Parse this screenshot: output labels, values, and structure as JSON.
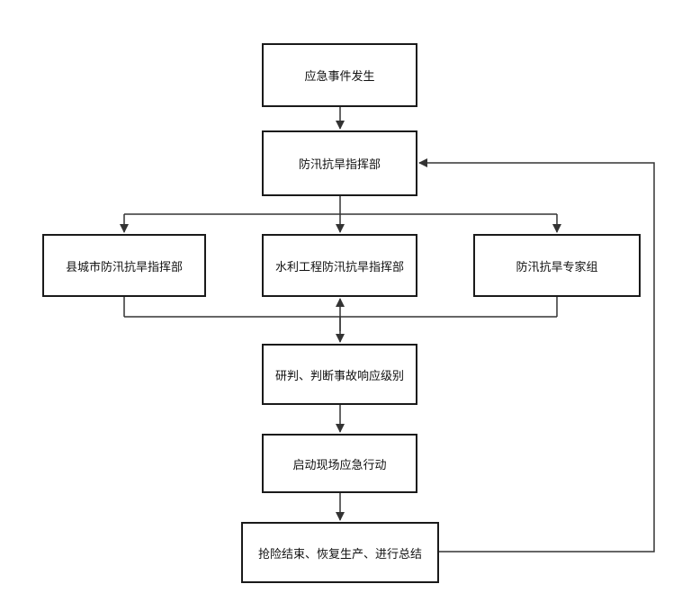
{
  "diagram": {
    "line_color": "#333333",
    "box_border_color": "#1a1a1a",
    "nodes": {
      "event": "应急事件发生",
      "hq": "防汛抗旱指挥部",
      "county": "县城市防汛抗旱指挥部",
      "water": "水利工程防汛抗旱指挥部",
      "expert": "防汛抗旱专家组",
      "judge": "研判、判断事故响应级别",
      "launch": "启动现场应急行动",
      "finish": "抢险结束、恢复生产、进行总结"
    }
  }
}
